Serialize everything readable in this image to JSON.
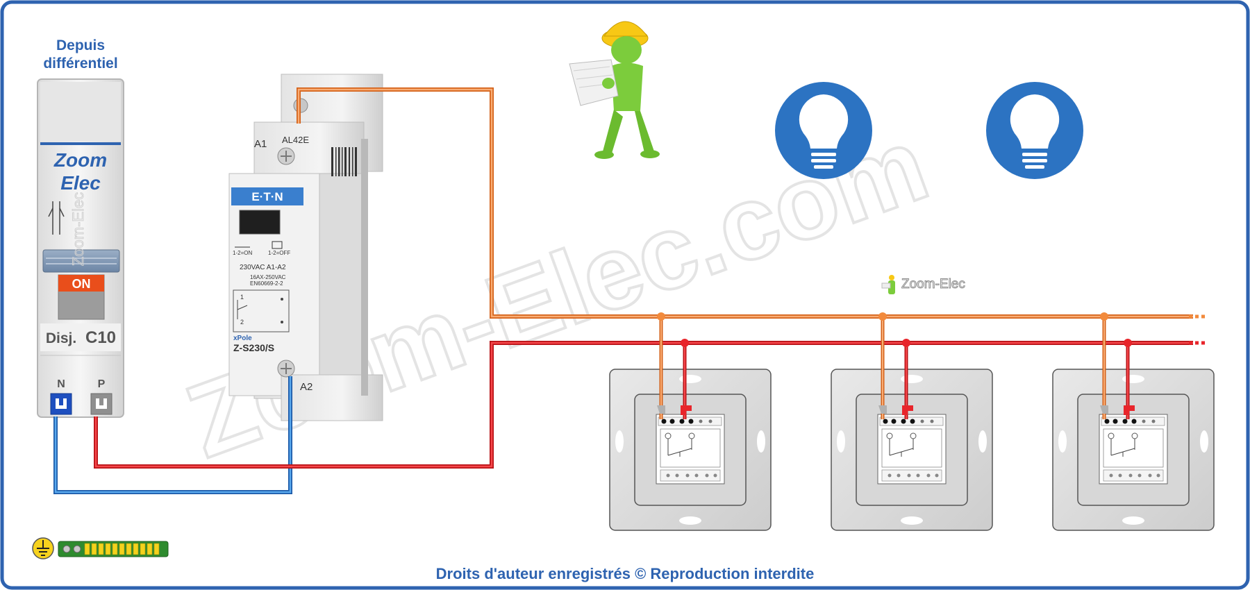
{
  "breaker": {
    "header_line1": "Depuis",
    "header_line2": "différentiel",
    "brand_line1": "Zoom",
    "brand_line2": "Elec",
    "status": "ON",
    "rating_prefix": "Disj.",
    "rating": "C10",
    "terminal_n": "N",
    "terminal_p": "P"
  },
  "relay": {
    "terminal_a1": "A1",
    "terminal_a2": "A2",
    "model_code": "AL42E",
    "brand": "E·T·N",
    "label_on": "1-2=ON",
    "label_off": "1-2=OFF",
    "coil_spec": "230VAC A1-A2",
    "contact_spec": "16AX-250VAC",
    "standard": "EN60669-2-2",
    "contact_1": "1",
    "contact_2": "2",
    "series": "xPole",
    "model": "Z-S230/S"
  },
  "watermark": "Zoom-Elec.com",
  "small_logo": "Zoom-Elec",
  "footer": "Droits d'auteur enregistrés © Reproduction interdite",
  "colors": {
    "frame": "#2e63b0",
    "neutral_wire": "#2a7fd4",
    "phase_wire": "#e8252b",
    "control_wire": "#f28a3c",
    "bulb": "#2c73c2",
    "worker_body": "#7ccc3c",
    "worker_helmet": "#f7c815"
  },
  "icons": [
    "lightbulb-icon",
    "lightbulb-icon",
    "worker-icon",
    "earth-ground-icon"
  ],
  "counts": {
    "lamps": 2,
    "push_buttons": 3
  }
}
